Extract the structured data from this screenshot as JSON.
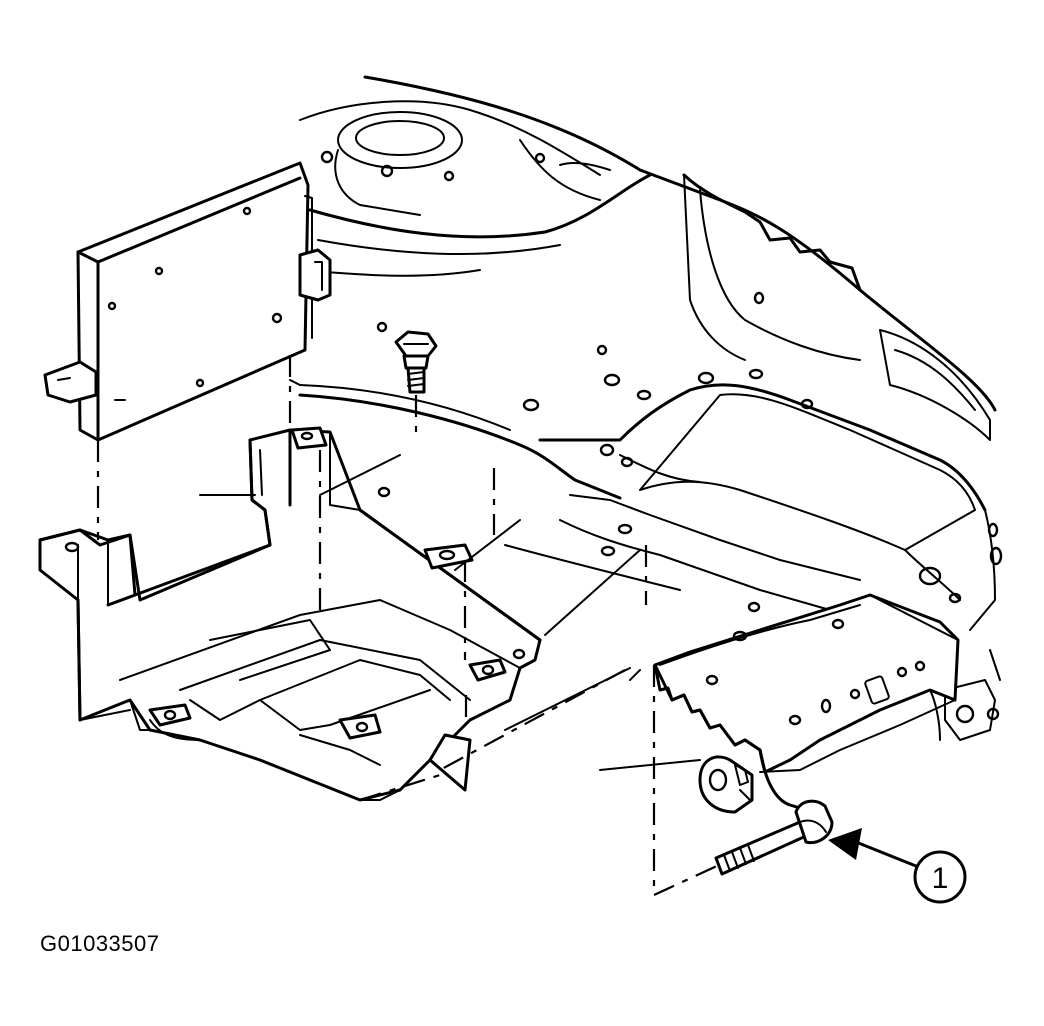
{
  "figure": {
    "id_label": "G01033507",
    "callouts": [
      {
        "number": "1",
        "refers_to": "bolt"
      }
    ]
  }
}
